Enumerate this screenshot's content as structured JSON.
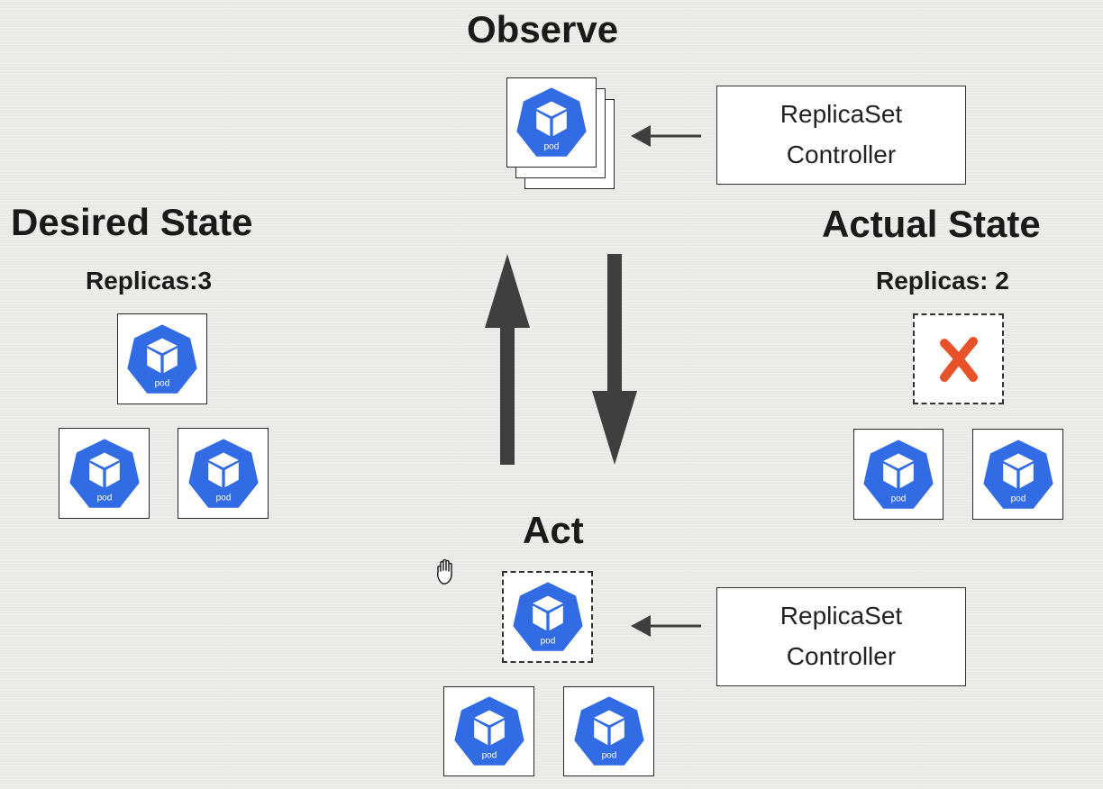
{
  "observe": {
    "title": "Observe",
    "controller": {
      "line1": "ReplicaSet",
      "line2": "Controller"
    }
  },
  "desired": {
    "title": "Desired State",
    "replicas": "Replicas:3"
  },
  "actual": {
    "title": "Actual State",
    "replicas": "Replicas: 2"
  },
  "act": {
    "title": "Act",
    "controller": {
      "line1": "ReplicaSet",
      "line2": "Controller"
    }
  },
  "pod": {
    "label": "pod",
    "color": "#326ce5"
  },
  "colors": {
    "arrow": "#3f3f3f",
    "failure_x": "#e8522a"
  }
}
